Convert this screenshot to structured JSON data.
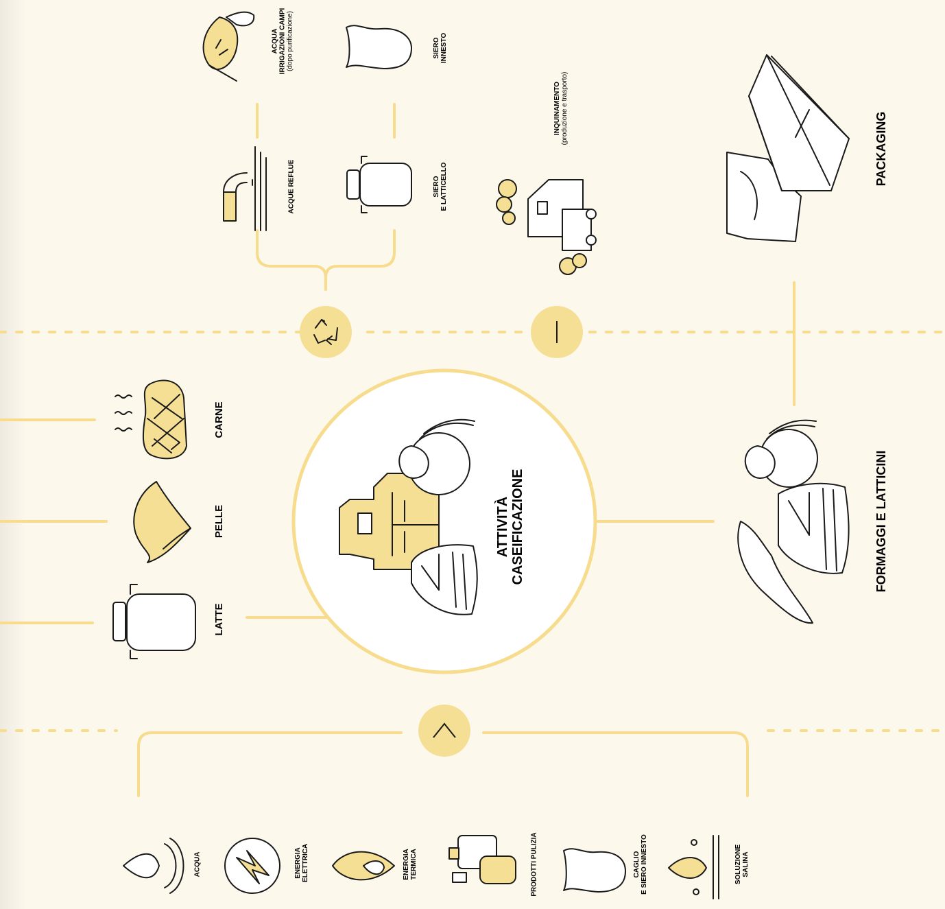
{
  "colors": {
    "background": "#fcf8ec",
    "accent_fill": "#f5df95",
    "line": "#f7dc8e",
    "ink": "#1a1a1a"
  },
  "center": {
    "line1": "ATTIVITÀ",
    "line2": "CASEIFICAZIONE",
    "icon": "dairy-building-icon"
  },
  "inputs_main": [
    {
      "label": "LATTE",
      "icon": "milk-can-icon"
    },
    {
      "label": "PELLE",
      "icon": "hide-icon"
    },
    {
      "label": "CARNE",
      "icon": "meat-steak-icon"
    }
  ],
  "inputs_bottom": [
    {
      "line1": "ACQUA",
      "line2": "",
      "icon": "water-drop-icon"
    },
    {
      "line1": "ENERGIA",
      "line2": "ELETTRICA",
      "icon": "lightning-icon"
    },
    {
      "line1": "ENERGIA",
      "line2": "TERMICA",
      "icon": "flame-icon"
    },
    {
      "line1": "PRODOTTI PULIZIA",
      "line2": "",
      "icon": "detergent-bottles-icon"
    },
    {
      "line1": "CAGLIO",
      "line2": "E SIERO INNESTO",
      "icon": "jug-icon"
    },
    {
      "line1": "SOLUZIONE",
      "line2": "SALINA",
      "icon": "saline-drop-icon"
    }
  ],
  "recycle_top": [
    {
      "line1": "ACQUA",
      "line2": "IRRIGAZIONI CAMPI",
      "sub": "(dopo purificazione)",
      "icon": "leaf-drop-icon"
    },
    {
      "line1": "SIERO",
      "line2": "INNESTO",
      "sub": "",
      "icon": "jug-icon"
    }
  ],
  "recycle_mid": [
    {
      "line1": "ACQUE REFLUE",
      "line2": "",
      "icon": "drain-pipe-icon"
    },
    {
      "line1": "SIERO",
      "line2": "E LATTICELLO",
      "icon": "milk-can-icon"
    }
  ],
  "pollution": {
    "line1": "INQUINAMENTO",
    "sub": "(produzione e trasporto)",
    "icon": "factory-truck-icon"
  },
  "outputs": [
    {
      "label": "PACKAGING",
      "icon": "box-bag-icon"
    },
    {
      "label": "FORMAGGI E LATTICINI",
      "icon": "cheeses-icon"
    }
  ],
  "symbols": {
    "recycle": "recycle-icon",
    "minus": "minus-icon",
    "plus": "chevron-up-icon"
  }
}
